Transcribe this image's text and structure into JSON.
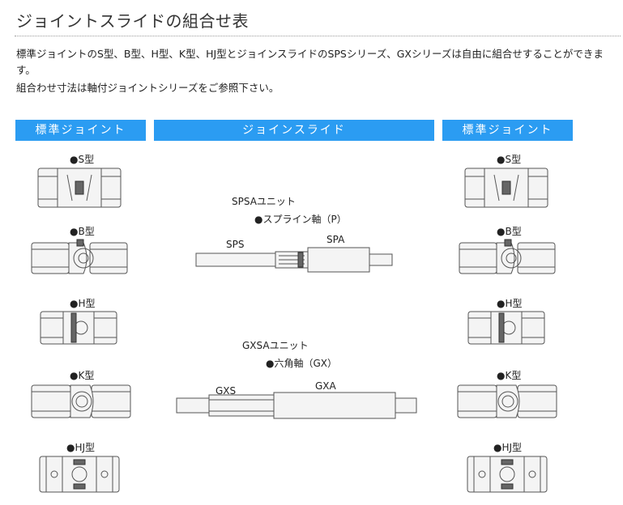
{
  "title": "ジョイントスライドの組合せ表",
  "description": {
    "line1": "標準ジョイントのS型、B型、H型、K型、HJ型とジョインスライドのSPSシリーズ、GXシリーズは自由に組合せすることができま",
    "line2": "す。",
    "line3": "組合わせ寸法は軸付ジョイントシリーズをご参照下さい。"
  },
  "headers": {
    "left": "標準ジョイント",
    "center": "ジョインスライド",
    "right": "標準ジョイント"
  },
  "joints_left": [
    "●S型",
    "●B型",
    "●H型",
    "●K型",
    "●HJ型"
  ],
  "joints_right": [
    "●S型",
    "●B型",
    "●H型",
    "●K型",
    "●HJ型"
  ],
  "slide_sps": {
    "unit": "SPSAユニット",
    "shaft": "●スプライン軸（P）",
    "left_part": "SPS",
    "right_part": "SPA"
  },
  "slide_gx": {
    "unit": "GXSAユニット",
    "shaft": "●六角軸（GX）",
    "left_part": "GXS",
    "right_part": "GXA"
  },
  "colors": {
    "header_bg": "#2b9cf2",
    "header_text": "#ffffff"
  }
}
